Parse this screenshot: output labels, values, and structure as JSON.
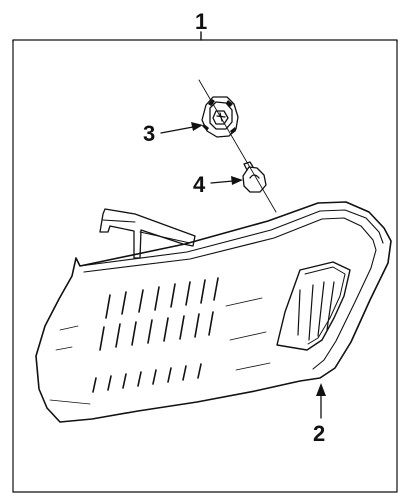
{
  "callouts": {
    "c1": "1",
    "c2": "2",
    "c3": "3",
    "c4": "4"
  },
  "parts": [
    {
      "ref": "1",
      "icon": "parking-lamp-assembly-icon"
    },
    {
      "ref": "2",
      "icon": "lamp-housing-icon"
    },
    {
      "ref": "3",
      "icon": "bulb-socket-icon"
    },
    {
      "ref": "4",
      "icon": "wedge-bulb-icon"
    }
  ],
  "colors": {
    "ink": "#111111",
    "background": "#ffffff"
  }
}
